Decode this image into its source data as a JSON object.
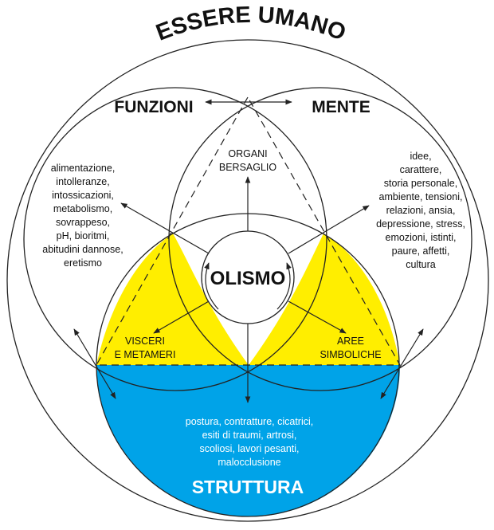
{
  "title": "ESSERE UMANO",
  "labels": {
    "funzioni": "FUNZIONI",
    "mente": "MENTE",
    "olismo": "OLISMO",
    "struttura": "STRUTTURA",
    "organi": [
      "ORGANI",
      "BERSAGLIO"
    ],
    "visceri": [
      "VISCERI",
      "E METAMERI"
    ],
    "aree": [
      "AREE",
      "SIMBOLICHE"
    ]
  },
  "funzioni_items": [
    "alimentazione,",
    "intolleranze,",
    "intossicazioni,",
    "metabolismo,",
    "sovrappeso,",
    "pH, bioritmi,",
    "abitudini dannose,",
    "eretismo"
  ],
  "mente_items": [
    "idee,",
    "carattere,",
    "storia personale,",
    "ambiente, tensioni,",
    "relazioni, ansia,",
    "depressione, stress,",
    "emozioni, istinti,",
    "paure, affetti,",
    "cultura"
  ],
  "struttura_items": [
    "postura, contratture, cicatrici,",
    "esiti di traumi, artrosi,",
    "scoliosi, lavori pesanti,",
    "malocclusione"
  ],
  "colors": {
    "yellow": "#ffee00",
    "blue": "#00a3e8",
    "line": "#222222"
  }
}
